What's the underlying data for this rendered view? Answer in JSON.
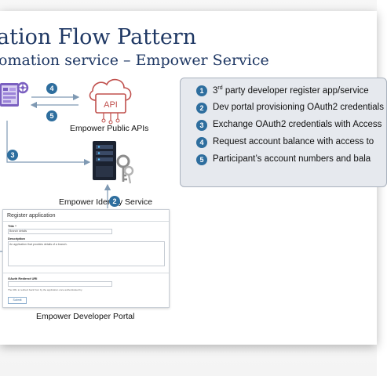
{
  "slide": {
    "title": "ation Flow Pattern",
    "subtitle": "omation service – Empower Service"
  },
  "badges": {
    "top_arrow": "4",
    "mid_arrow": "5",
    "left_arrow": "3",
    "vertical_arrow": "2"
  },
  "captions": {
    "public_apis": "Empower  Public APIs",
    "identity_service": "Empower  Identity Service",
    "developer_portal": "Empower  Developer  Portal",
    "api_icon_text": "API"
  },
  "steps": [
    {
      "num": "1",
      "text_main": "3",
      "text_sup": "rd",
      "text_rest": " party developer register app/service"
    },
    {
      "num": "2",
      "text": "Dev portal provisioning OAuth2 credentials"
    },
    {
      "num": "3",
      "text": "Exchange OAuth2 credentials with Access"
    },
    {
      "num": "4",
      "text": "Request account balance with access to"
    },
    {
      "num": "5",
      "text": "Participant’s account numbers and bala"
    }
  ],
  "form": {
    "title": "Register application",
    "title_label": "Title *",
    "title_value": "Branch details",
    "description_label": "Description",
    "description_value": "An application that provides details of a branch.",
    "redirect_label": "OAuth Redirect URI",
    "redirect_hint": "The URL to redirect back from by the application once authenticated by.",
    "submit_label": "Submit"
  },
  "colors": {
    "title": "#1f3864",
    "badge": "#2e6e9e",
    "arrow": "#7f99b3",
    "api_icon": "#c0504d",
    "steps_box": "#e6e9ee"
  }
}
